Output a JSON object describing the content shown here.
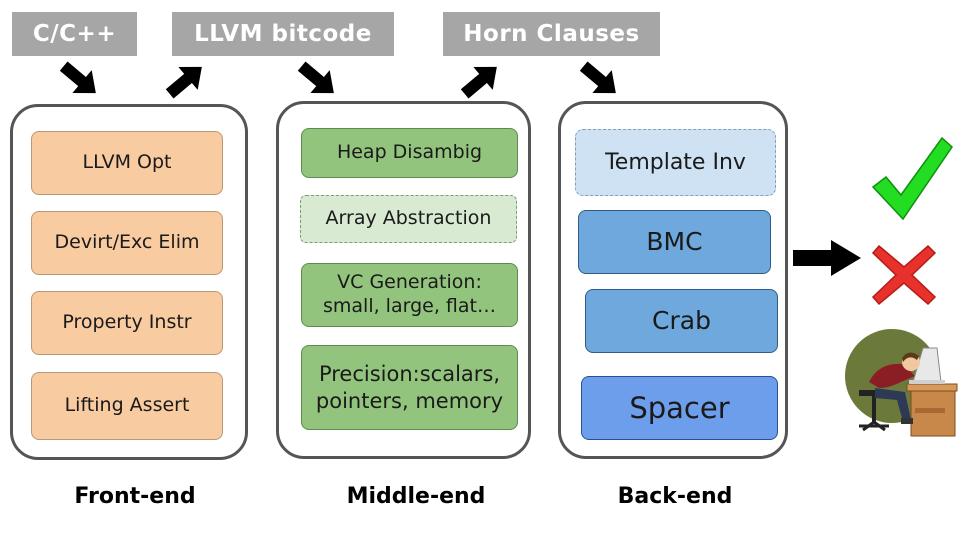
{
  "inputs": {
    "c_cpp": "C/C++",
    "llvm_bitcode": "LLVM bitcode",
    "horn_clauses": "Horn Clauses"
  },
  "front_end": {
    "caption": "Front-end",
    "boxes": [
      "LLVM  Opt",
      "Devirt/Exc Elim",
      "Property Instr",
      "Lifting Assert"
    ]
  },
  "middle_end": {
    "caption": "Middle-end",
    "boxes": [
      "Heap Disambig",
      "Array Abstraction",
      "VC Generation: small, large, flat…",
      "Precision:scalars, pointers, memory"
    ]
  },
  "back_end": {
    "caption": "Back-end",
    "boxes": [
      "Template Inv",
      "BMC",
      "Crab",
      "Spacer"
    ]
  },
  "results": {
    "icons": [
      "checkmark-icon",
      "cross-icon",
      "sleeping-person-icon"
    ],
    "colors": {
      "check": "#22dd22",
      "cross": "#e8312b"
    }
  },
  "colors": {
    "tag_bg": "#a6a6a6",
    "front_box": "#f8cba0",
    "middle_box": "#93c47d",
    "middle_box_light": "#d9ead3",
    "back_box_light": "#cfe2f3",
    "back_box": "#6fa8dc",
    "back_box_dark": "#6d9eeb"
  }
}
